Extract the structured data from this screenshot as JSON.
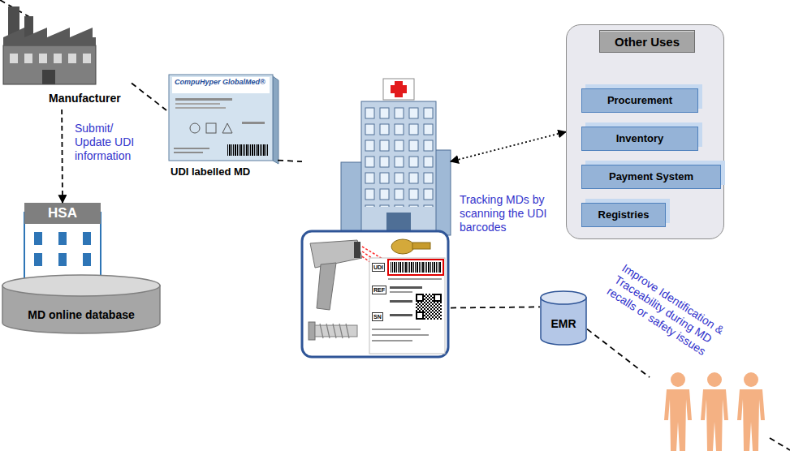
{
  "diagram": {
    "nodes": [
      {
        "text": [
          "Manufacturer"
        ]
      },
      {
        "text": [
          "CompuHyper GlobalMed®",
          "UDI labelled MD"
        ]
      },
      {
        "text": [
          "UDI",
          "REF",
          "SN"
        ]
      },
      {
        "text": [
          "Other Uses"
        ]
      },
      {
        "text": [
          "Procurement"
        ],
        "in": 3
      },
      {
        "text": [
          "Inventory"
        ],
        "in": 3
      },
      {
        "text": [
          "Payment System"
        ],
        "in": 3
      },
      {
        "text": [
          "Registries"
        ],
        "in": 3
      },
      {
        "text": [
          "HSA"
        ]
      },
      {
        "text": [
          "MD online database"
        ]
      },
      {
        "text": [
          "EMR"
        ]
      },
      {
        "text": [
          "Improve Identification & Traceability during MD recalls or safety issues"
        ]
      }
    ],
    "edges": [
      {
        "from": 0,
        "to": 8,
        "arrow": "to",
        "label": "Submit/ Update UDI information"
      },
      {
        "from": 0,
        "to": 1,
        "arrow": "none"
      },
      {
        "from": 1,
        "to": 2,
        "arrow": "none"
      },
      {
        "from": 2,
        "to": 3,
        "arrow": "both"
      },
      {
        "from": 2,
        "to": 10,
        "arrow": "none"
      },
      {
        "from": 10,
        "to": 11,
        "arrow": "none"
      }
    ],
    "labels": [
      "Tracking MDs by scanning the UDI barcodes"
    ]
  }
}
